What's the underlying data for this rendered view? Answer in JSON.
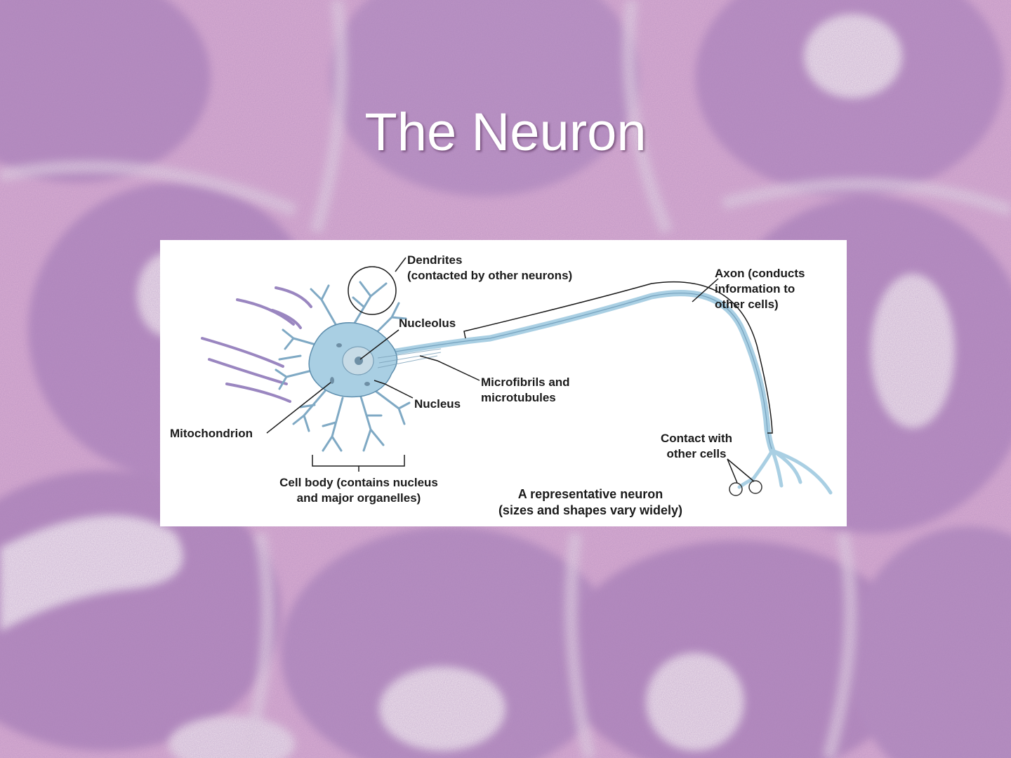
{
  "slide": {
    "title": "The Neuron"
  },
  "figure": {
    "labels": {
      "dendrites_line1": "Dendrites",
      "dendrites_line2": "(contacted by other neurons)",
      "axon_line1": "Axon (conducts",
      "axon_line2": "information to",
      "axon_line3": "other cells)",
      "nucleolus": "Nucleolus",
      "microfibrils_line1": "Microfibrils and",
      "microfibrils_line2": "microtubules",
      "nucleus": "Nucleus",
      "mitochondrion": "Mitochondrion",
      "contact_line1": "Contact with",
      "contact_line2": "other cells",
      "cell_body_line1": "Cell body (contains nucleus",
      "cell_body_line2": "and major organelles)",
      "caption_line1": "A representative neuron",
      "caption_line2": "(sizes and shapes vary widely)"
    },
    "colors": {
      "neuron_fill": "#a9cfe3",
      "neuron_stroke": "#5f8fae",
      "nucleus_fill": "#c7dbe6",
      "incoming_axons": "#9a86c0",
      "leader_line": "#1a1a1a"
    }
  }
}
